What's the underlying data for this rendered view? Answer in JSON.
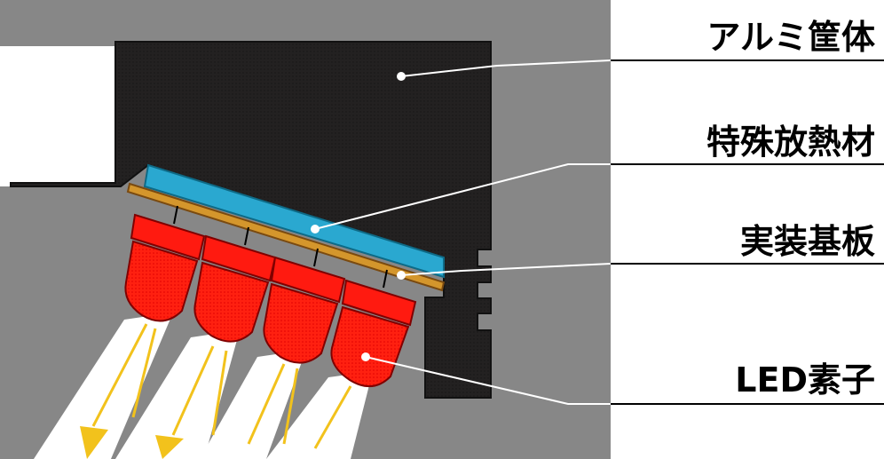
{
  "labels": {
    "housing": "アルミ筐体",
    "heat_sink": "特殊放熱材",
    "circuit_board": "実装基板",
    "led": "LED素子"
  },
  "colors": {
    "background_wall": "#878787",
    "housing": "#222020",
    "heat_material": "#2aa8d0",
    "board": "#d4962c",
    "led": "#ff1a10",
    "led_dark": "#cc0000",
    "light_beam": "#ffffff",
    "arrow": "#f2c21c",
    "leader_line": "#ffffff",
    "label_rule": "#000000"
  },
  "led_count": 4
}
